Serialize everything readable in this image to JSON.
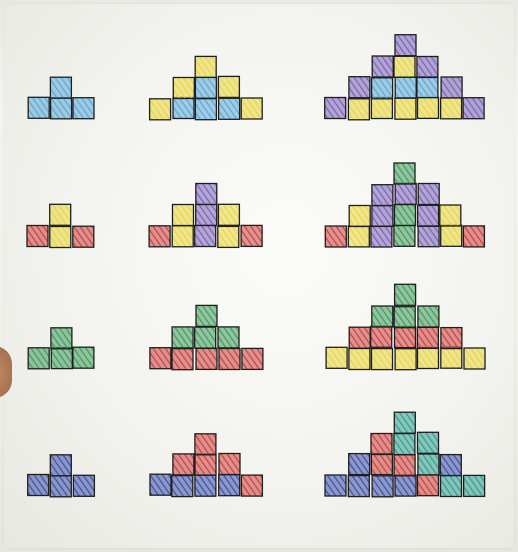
{
  "figure": {
    "description_rows": 4,
    "colors": {
      "blue": "#5aa9d6",
      "yellow": "#e8d640",
      "purple": "#7a62b8",
      "red": "#c9403e",
      "green": "#3f9a5a",
      "navy": "#3b4fa8",
      "teal": "#2f9e8f",
      "outline": "#1e1e1e"
    },
    "rows": [
      {
        "groups": [
          {
            "columns": [
              [
                "blue"
              ],
              [
                "blue",
                "blue"
              ],
              [
                "blue"
              ]
            ]
          },
          {
            "columns": [
              [
                "yellow"
              ],
              [
                "blue",
                "yellow"
              ],
              [
                "blue",
                "blue",
                "yellow"
              ],
              [
                "blue",
                "yellow"
              ],
              [
                "yellow"
              ]
            ]
          },
          {
            "columns": [
              [
                "purple"
              ],
              [
                "yellow",
                "purple"
              ],
              [
                "yellow",
                "blue",
                "purple"
              ],
              [
                "yellow",
                "blue",
                "yellow",
                "purple"
              ],
              [
                "yellow",
                "blue",
                "purple"
              ],
              [
                "yellow",
                "purple"
              ],
              [
                "purple"
              ]
            ]
          }
        ]
      },
      {
        "groups": [
          {
            "columns": [
              [
                "red"
              ],
              [
                "yellow",
                "yellow"
              ],
              [
                "red"
              ]
            ]
          },
          {
            "columns": [
              [
                "red"
              ],
              [
                "yellow",
                "yellow"
              ],
              [
                "purple",
                "purple",
                "purple"
              ],
              [
                "yellow",
                "yellow"
              ],
              [
                "red"
              ]
            ]
          },
          {
            "columns": [
              [
                "red"
              ],
              [
                "yellow",
                "yellow"
              ],
              [
                "purple",
                "purple",
                "purple"
              ],
              [
                "green",
                "green",
                "purple",
                "green"
              ],
              [
                "purple",
                "purple",
                "purple"
              ],
              [
                "yellow",
                "yellow"
              ],
              [
                "red"
              ]
            ]
          }
        ]
      },
      {
        "groups": [
          {
            "columns": [
              [
                "green"
              ],
              [
                "green",
                "green"
              ],
              [
                "green"
              ]
            ]
          },
          {
            "columns": [
              [
                "red"
              ],
              [
                "red",
                "green"
              ],
              [
                "red",
                "green",
                "green"
              ],
              [
                "red",
                "green"
              ],
              [
                "red"
              ]
            ]
          },
          {
            "columns": [
              [
                "yellow"
              ],
              [
                "yellow",
                "red"
              ],
              [
                "yellow",
                "red",
                "green"
              ],
              [
                "yellow",
                "red",
                "green",
                "green"
              ],
              [
                "yellow",
                "red",
                "green"
              ],
              [
                "yellow",
                "red"
              ],
              [
                "yellow"
              ]
            ]
          }
        ]
      },
      {
        "groups": [
          {
            "columns": [
              [
                "navy"
              ],
              [
                "navy",
                "navy"
              ],
              [
                "navy"
              ]
            ]
          },
          {
            "columns": [
              [
                "navy"
              ],
              [
                "navy",
                "red"
              ],
              [
                "navy",
                "red",
                "red"
              ],
              [
                "navy",
                "red"
              ],
              [
                "red"
              ]
            ]
          },
          {
            "columns": [
              [
                "navy"
              ],
              [
                "navy",
                "navy"
              ],
              [
                "navy",
                "red",
                "red"
              ],
              [
                "navy",
                "red",
                "teal",
                "teal"
              ],
              [
                "red",
                "teal",
                "teal"
              ],
              [
                "teal",
                "navy"
              ],
              [
                "teal"
              ]
            ]
          }
        ]
      }
    ]
  }
}
